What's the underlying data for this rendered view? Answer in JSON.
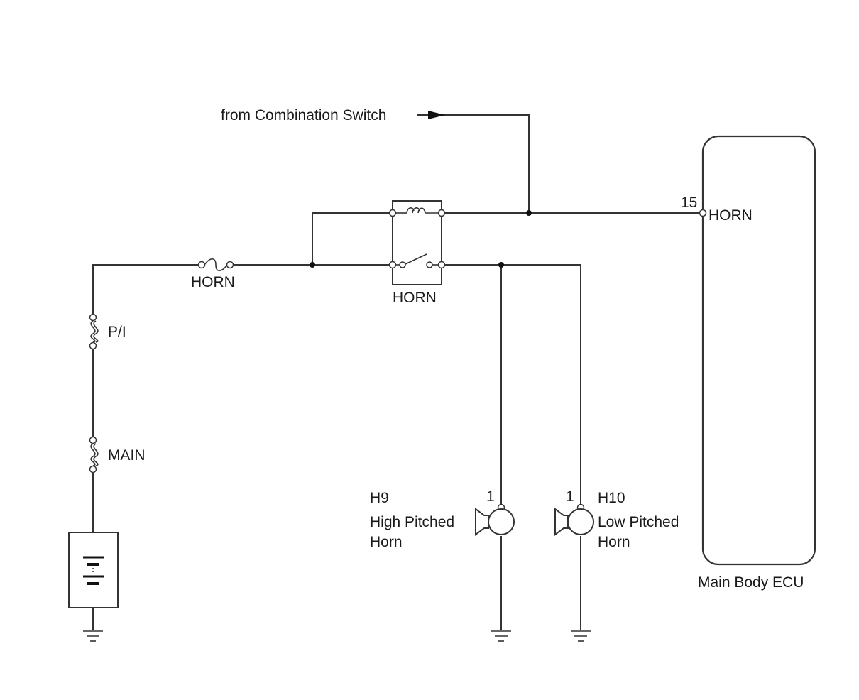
{
  "diagram": {
    "from_switch": "from Combination Switch",
    "fuse_horn": "HORN",
    "fuse_pi": "P/I",
    "fuse_main": "MAIN",
    "relay_label": "HORN",
    "ecu": {
      "pin": "15",
      "terminal": "HORN",
      "name": "Main Body ECU"
    },
    "horn_high": {
      "connector": "H9",
      "pin": "1",
      "line1": "High Pitched",
      "line2": "Horn"
    },
    "horn_low": {
      "connector": "H10",
      "pin": "1",
      "line1": "Low Pitched",
      "line2": "Horn"
    }
  }
}
